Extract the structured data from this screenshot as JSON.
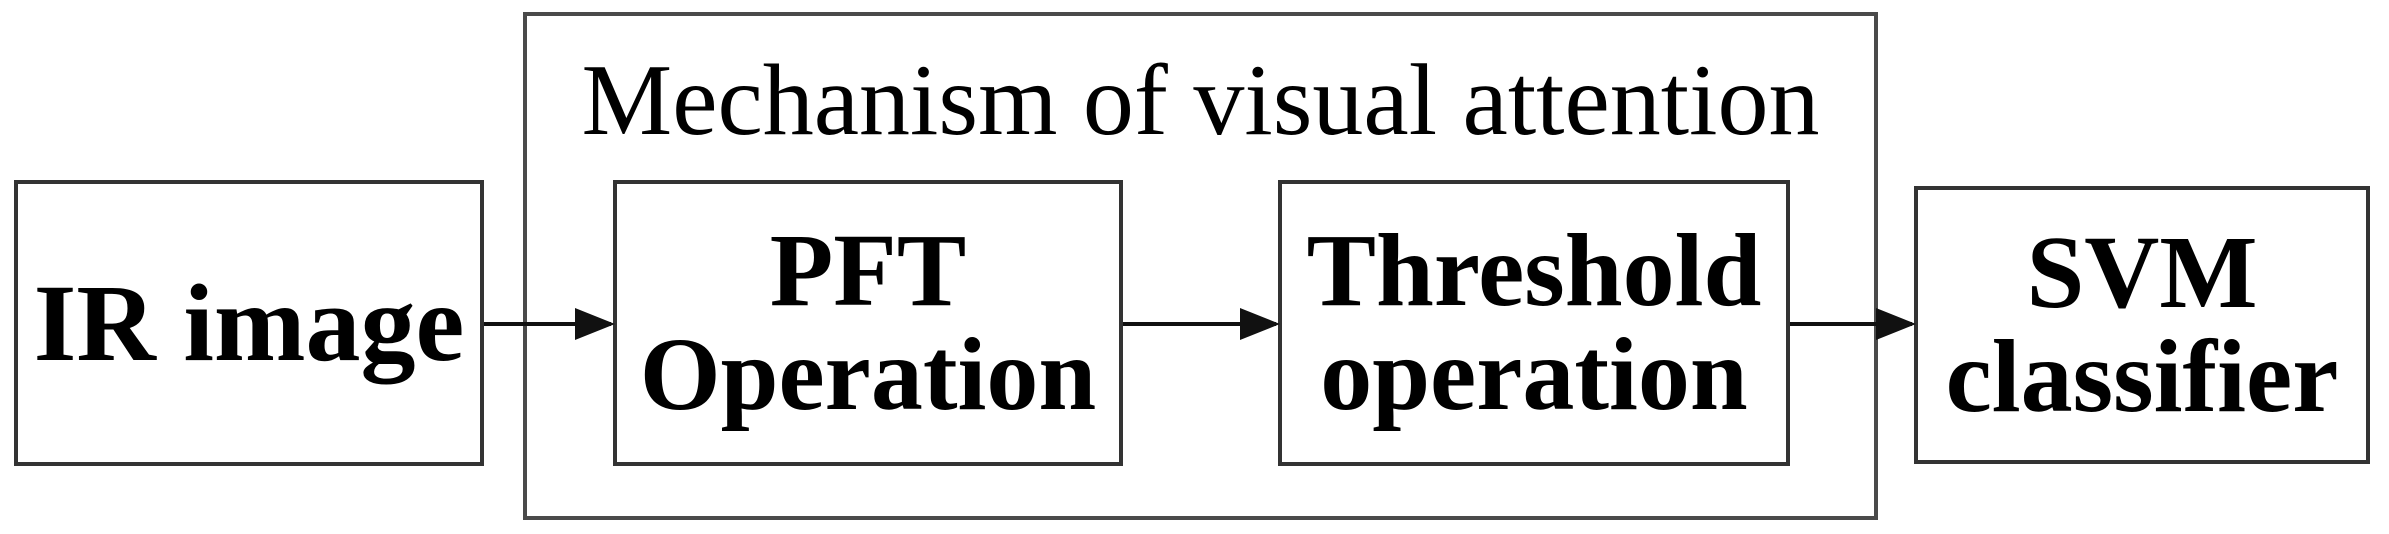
{
  "group": {
    "title": "Mechanism of visual attention"
  },
  "nodes": {
    "ir_image": {
      "lines": [
        "IR image"
      ]
    },
    "pft": {
      "lines": [
        "PFT",
        "Operation"
      ]
    },
    "threshold": {
      "lines": [
        "Threshold",
        "operation"
      ]
    },
    "svm": {
      "lines": [
        "SVM",
        "classifier"
      ]
    }
  },
  "colors": {
    "stroke": "#333333",
    "text": "#000000",
    "background": "#ffffff"
  }
}
